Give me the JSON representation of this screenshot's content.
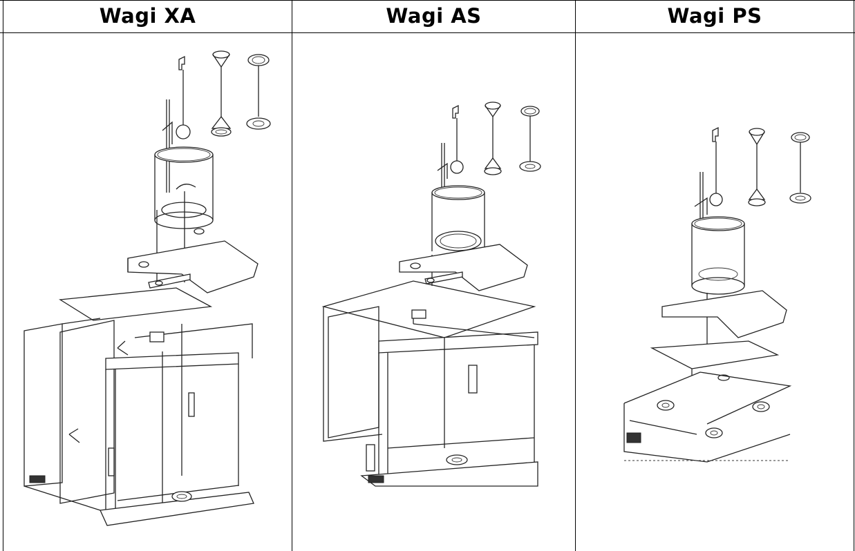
{
  "table": {
    "headers": [
      "Wagi XA",
      "Wagi AS",
      "Wagi PS"
    ]
  },
  "illustrations": [
    {
      "column": "Wagi XA",
      "subject": "density-kit-on-xa-balance-drawing"
    },
    {
      "column": "Wagi AS",
      "subject": "density-kit-on-as-balance-drawing"
    },
    {
      "column": "Wagi PS",
      "subject": "density-kit-on-ps-balance-drawing"
    }
  ]
}
